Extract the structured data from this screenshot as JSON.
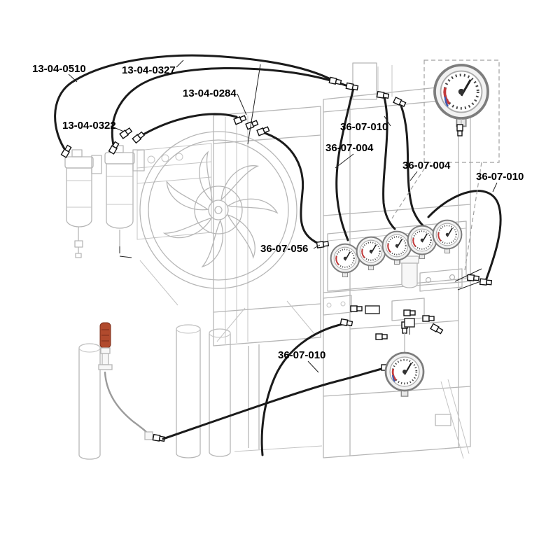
{
  "diagram": {
    "labels": [
      {
        "part": "13-04-0510"
      },
      {
        "part": "13-04-0327"
      },
      {
        "part": "13-04-0284"
      },
      {
        "part": "13-04-0322"
      },
      {
        "part": "36-07-010"
      },
      {
        "part": "36-07-004"
      },
      {
        "part": "36-07-004"
      },
      {
        "part": "36-07-010"
      },
      {
        "part": "36-07-056"
      },
      {
        "part": "36-07-010"
      }
    ],
    "colors": {
      "hose": "#1b1b1b",
      "machine_outline": "#b6b6b6",
      "pump_handle": "#b14a2d",
      "gauge_red": "#c43b3b",
      "gauge_blue": "#3a58b0"
    },
    "components": {
      "panel_gauge_count": 5,
      "filter_count": 2,
      "detail_gauge_count": 1,
      "bottom_gauge_count": 1
    }
  }
}
